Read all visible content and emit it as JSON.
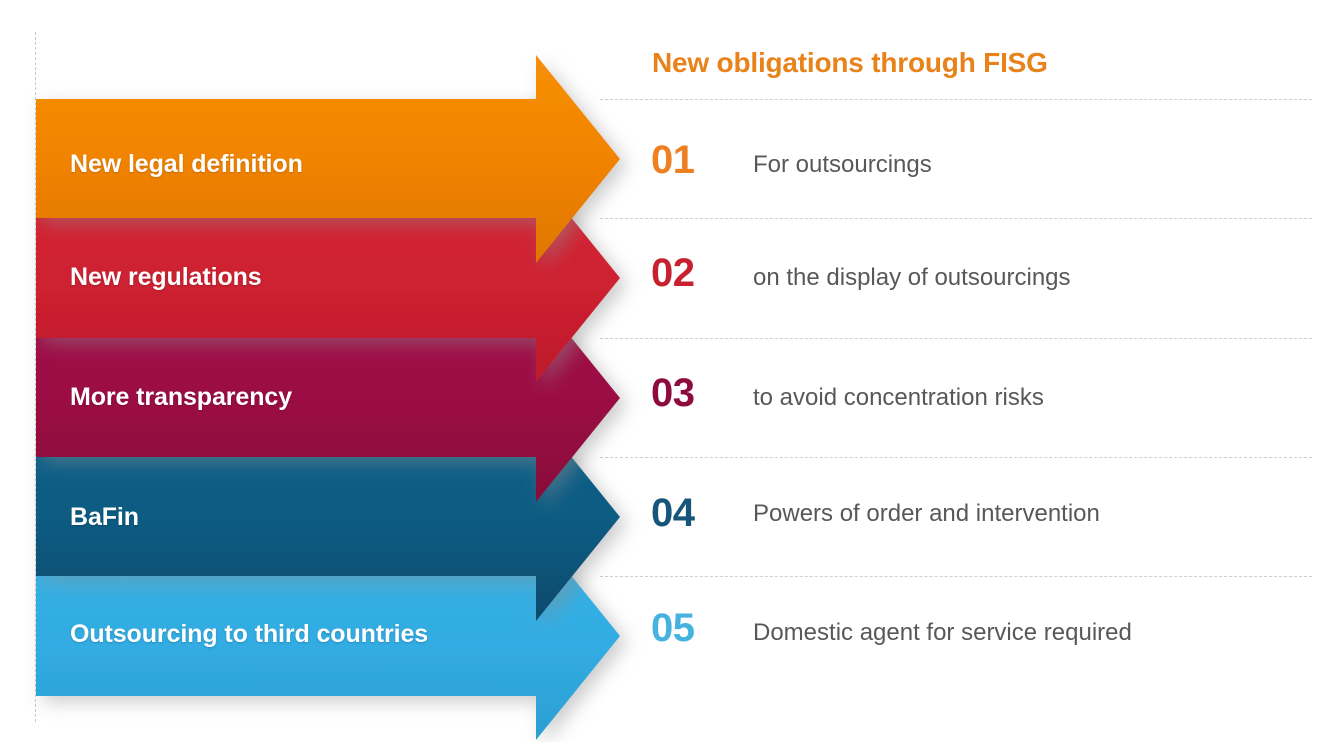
{
  "header": {
    "title": "New obligations through FISG",
    "title_color": "#e8821a"
  },
  "colors": {
    "orange": "#f28c00",
    "red": "#cf2030",
    "crimson": "#9c0d45",
    "teal": "#0f5c84",
    "skyblue": "#32ade2",
    "text_gray": "#58585a"
  },
  "rows": [
    {
      "label": "New legal definition",
      "number": "01",
      "description": "For outsourcings",
      "color": "#f28c00",
      "color_dark": "#e07800",
      "number_color": "#ef8022"
    },
    {
      "label": "New regulations",
      "number": "02",
      "description": "on the display of outsourcings",
      "color": "#cf2030",
      "color_dark": "#b91c2c",
      "number_color": "#c8202e"
    },
    {
      "label": "More transparency",
      "number": "03",
      "description": "to avoid concentration risks",
      "color": "#9c0d45",
      "color_dark": "#860a3a",
      "number_color": "#8e0b3f"
    },
    {
      "label": "BaFin",
      "number": "04",
      "description": "Powers of order and intervention",
      "color": "#0f5c84",
      "color_dark": "#0b4b6e",
      "number_color": "#15567a"
    },
    {
      "label": "Outsourcing to third countries",
      "number": "05",
      "description": "Domestic agent for service required",
      "color": "#32ade2",
      "color_dark": "#2b9bcc",
      "number_color": "#45b2e0"
    }
  ]
}
